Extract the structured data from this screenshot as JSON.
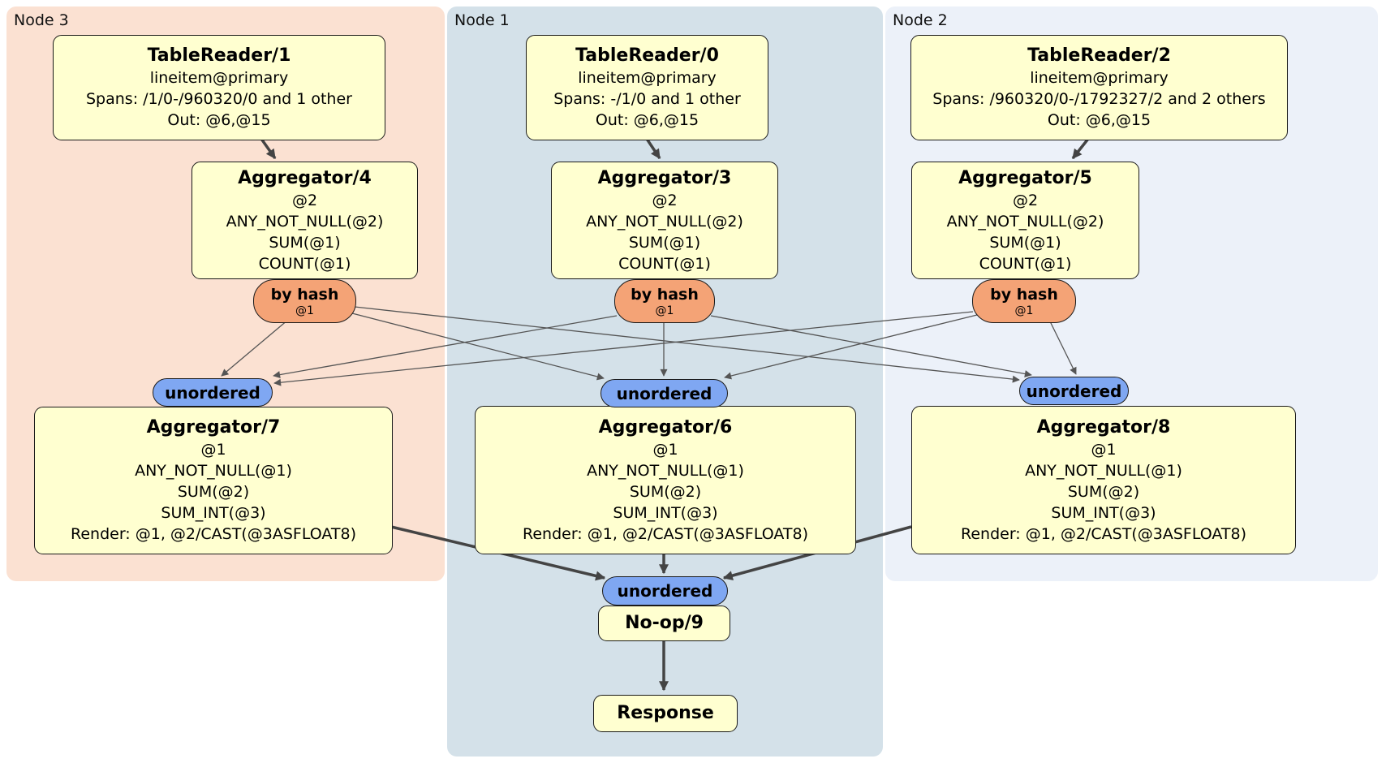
{
  "diagram_type": "distributed-sql-plan",
  "colors": {
    "node3_bg": "#fbe1d2",
    "node1_bg": "#d4e1e9",
    "node2_bg": "#ecf1f9",
    "processor_bg": "#ffffd0",
    "router_bg": "#f4a376",
    "sync_bg": "#7fa7f2",
    "edge_thick": "#444444",
    "edge_thin": "#555555"
  },
  "regions": [
    {
      "label": "Node 3"
    },
    {
      "label": "Node 1"
    },
    {
      "label": "Node 2"
    }
  ],
  "processors": {
    "tr1": {
      "title": "TableReader/1",
      "lines": [
        "lineitem@primary",
        "Spans: /1/0-/960320/0 and 1 other",
        "Out: @6,@15"
      ]
    },
    "tr0": {
      "title": "TableReader/0",
      "lines": [
        "lineitem@primary",
        "Spans: -/1/0 and 1 other",
        "Out: @6,@15"
      ]
    },
    "tr2": {
      "title": "TableReader/2",
      "lines": [
        "lineitem@primary",
        "Spans: /960320/0-/1792327/2 and 2 others",
        "Out: @6,@15"
      ]
    },
    "agg4": {
      "title": "Aggregator/4",
      "lines": [
        "@2",
        "ANY_NOT_NULL(@2)",
        "SUM(@1)",
        "COUNT(@1)"
      ]
    },
    "agg3": {
      "title": "Aggregator/3",
      "lines": [
        "@2",
        "ANY_NOT_NULL(@2)",
        "SUM(@1)",
        "COUNT(@1)"
      ]
    },
    "agg5": {
      "title": "Aggregator/5",
      "lines": [
        "@2",
        "ANY_NOT_NULL(@2)",
        "SUM(@1)",
        "COUNT(@1)"
      ]
    },
    "agg7": {
      "title": "Aggregator/7",
      "lines": [
        "@1",
        "ANY_NOT_NULL(@1)",
        "SUM(@2)",
        "SUM_INT(@3)",
        "Render: @1, @2/CAST(@3ASFLOAT8)"
      ]
    },
    "agg6": {
      "title": "Aggregator/6",
      "lines": [
        "@1",
        "ANY_NOT_NULL(@1)",
        "SUM(@2)",
        "SUM_INT(@3)",
        "Render: @1, @2/CAST(@3ASFLOAT8)"
      ]
    },
    "agg8": {
      "title": "Aggregator/8",
      "lines": [
        "@1",
        "ANY_NOT_NULL(@1)",
        "SUM(@2)",
        "SUM_INT(@3)",
        "Render: @1, @2/CAST(@3ASFLOAT8)"
      ]
    },
    "noop": {
      "title": "No-op/9"
    },
    "response": {
      "title": "Response"
    }
  },
  "router": {
    "title": "by hash",
    "sub": "@1"
  },
  "sync": {
    "label": "unordered"
  }
}
